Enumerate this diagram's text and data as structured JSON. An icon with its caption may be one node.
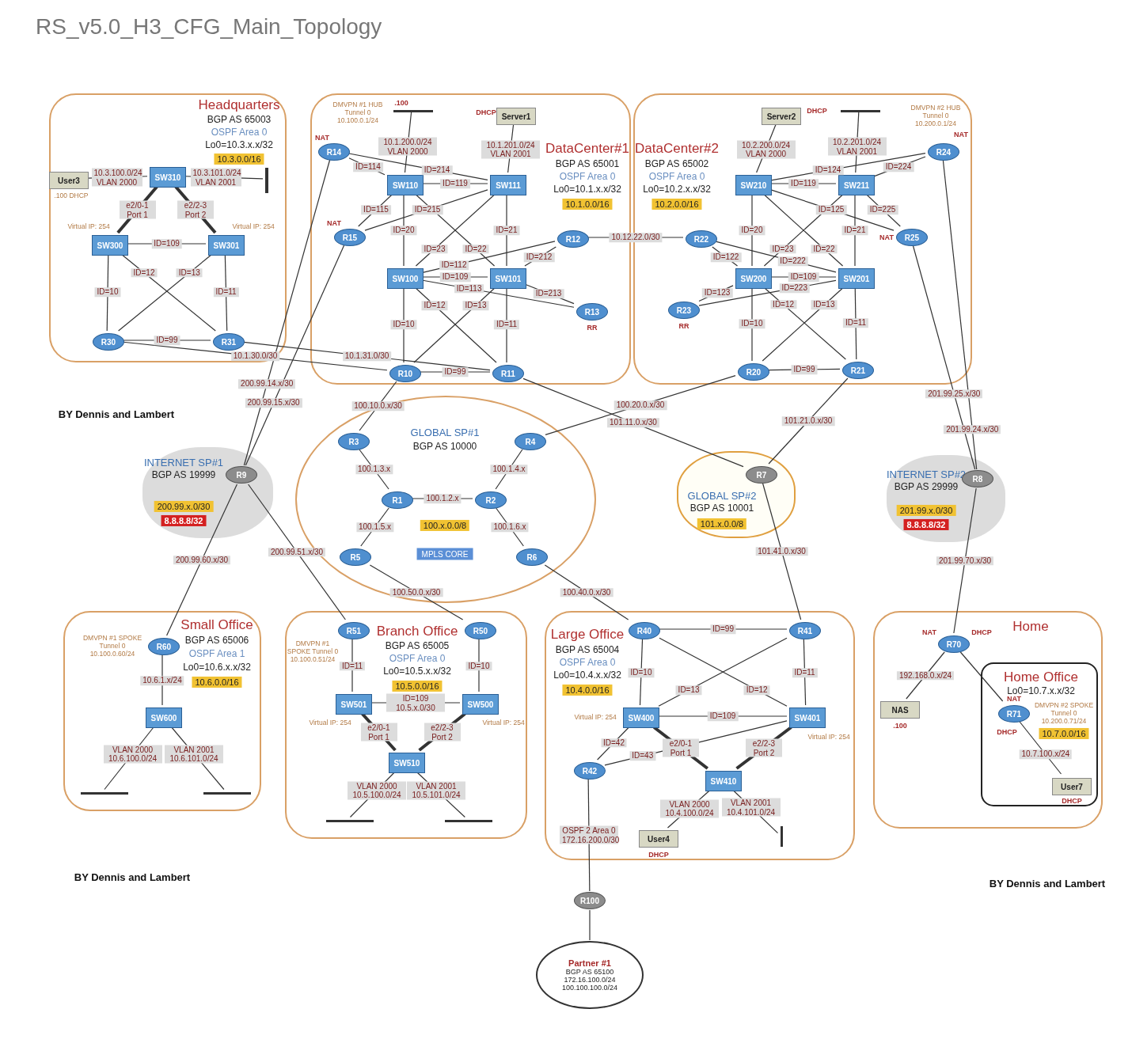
{
  "diagram": {
    "title": "RS_v5.0_H3_CFG_Main_Topology",
    "nodes": [
      {
        "text": [
          "Headquarters",
          "BGP AS 65003",
          "OSPF Area 0",
          "Lo0=10.3.x.x/32",
          "10.3.0.0/16"
        ]
      },
      {
        "text": [
          "User3"
        ],
        "in": 0,
        "beside": [
          ".100 DHCP"
        ]
      },
      {
        "text": [
          "SW310"
        ],
        "in": 0
      },
      {
        "text": [
          "SW300"
        ],
        "in": 0,
        "beside": [
          "Virtual IP: 254"
        ]
      },
      {
        "text": [
          "SW301"
        ],
        "in": 0,
        "beside": [
          "Virtual IP: 254"
        ]
      },
      {
        "text": [
          "R30"
        ],
        "in": 0
      },
      {
        "text": [
          "R31"
        ],
        "in": 0
      },
      {
        "text": [],
        "shape": "bar",
        "in": 0
      },
      {
        "text": [
          "DataCenter#1",
          "BGP AS 65001",
          "OSPF Area 0",
          "Lo0=10.1.x.x/32",
          "10.1.0.0/16"
        ]
      },
      {
        "text": [
          "R14"
        ],
        "in": 8,
        "beside": [
          "NAT",
          "DMVPN #1 HUB Tunnel 0 10.100.0.1/24"
        ]
      },
      {
        "text": [],
        "shape": "bar",
        "in": 8,
        "beside": [
          ".100"
        ]
      },
      {
        "text": [
          "Server1"
        ],
        "in": 8,
        "beside": [
          "DHCP"
        ]
      },
      {
        "text": [
          "SW110"
        ],
        "in": 8
      },
      {
        "text": [
          "SW111"
        ],
        "in": 8
      },
      {
        "text": [
          "R15"
        ],
        "in": 8,
        "beside": [
          "NAT"
        ]
      },
      {
        "text": [
          "R12"
        ],
        "in": 8
      },
      {
        "text": [
          "SW100"
        ],
        "in": 8
      },
      {
        "text": [
          "SW101"
        ],
        "in": 8
      },
      {
        "text": [
          "R13"
        ],
        "in": 8,
        "beside": [
          "RR"
        ]
      },
      {
        "text": [
          "R10"
        ],
        "in": 8
      },
      {
        "text": [
          "R11"
        ],
        "in": 8
      },
      {
        "text": [
          "DataCenter#2",
          "BGP AS 65002",
          "OSPF Area 0",
          "Lo0=10.2.x.x/32",
          "10.2.0.0/16"
        ]
      },
      {
        "text": [
          "Server2"
        ],
        "in": 21,
        "beside": [
          "DHCP"
        ]
      },
      {
        "text": [],
        "shape": "bar",
        "in": 21
      },
      {
        "text": [
          "R24"
        ],
        "in": 21,
        "beside": [
          "NAT",
          "DMVPN #2 HUB Tunnel 0 10.200.0.1/24"
        ]
      },
      {
        "text": [
          "SW210"
        ],
        "in": 21
      },
      {
        "text": [
          "SW211"
        ],
        "in": 21
      },
      {
        "text": [
          "R22"
        ],
        "in": 21
      },
      {
        "text": [
          "R25"
        ],
        "in": 21,
        "beside": [
          "NAT"
        ]
      },
      {
        "text": [
          "SW200"
        ],
        "in": 21
      },
      {
        "text": [
          "SW201"
        ],
        "in": 21
      },
      {
        "text": [
          "R23"
        ],
        "in": 21,
        "beside": [
          "RR"
        ]
      },
      {
        "text": [
          "R20"
        ],
        "in": 21
      },
      {
        "text": [
          "R21"
        ],
        "in": 21
      },
      {
        "text": [
          "GLOBAL SP#1",
          "BGP AS 10000",
          "100.x.0.0/8",
          "MPLS CORE"
        ]
      },
      {
        "text": [
          "R3"
        ],
        "in": 34
      },
      {
        "text": [
          "R4"
        ],
        "in": 34
      },
      {
        "text": [
          "R1"
        ],
        "in": 34
      },
      {
        "text": [
          "R2"
        ],
        "in": 34
      },
      {
        "text": [
          "R5"
        ],
        "in": 34
      },
      {
        "text": [
          "R6"
        ],
        "in": 34
      },
      {
        "text": [
          "INTERNET SP#1",
          "BGP AS 19999",
          "200.99.x.0/30",
          "8.8.8.8/32"
        ]
      },
      {
        "text": [
          "R9"
        ],
        "in": 41
      },
      {
        "text": [
          "GLOBAL SP#2",
          "BGP AS 10001",
          "101.x.0.0/8"
        ]
      },
      {
        "text": [
          "R7"
        ],
        "in": 43
      },
      {
        "text": [
          "INTERNET SP#2",
          "BGP AS 29999",
          "201.99.x.0/30",
          "8.8.8.8/32"
        ]
      },
      {
        "text": [
          "R8"
        ],
        "in": 45
      },
      {
        "text": [
          "Small Office",
          "BGP AS 65006",
          "OSPF Area 1",
          "Lo0=10.6.x.x/32",
          "10.6.0.0/16"
        ]
      },
      {
        "text": [
          "R60"
        ],
        "in": 47,
        "beside": [
          "DMVPN #1 SPOKE Tunnel 0 10.100.0.60/24"
        ]
      },
      {
        "text": [
          "SW600"
        ],
        "in": 47
      },
      {
        "text": [],
        "shape": "bar",
        "in": 47
      },
      {
        "text": [],
        "shape": "bar",
        "in": 47
      },
      {
        "text": [
          "Branch Office",
          "BGP AS 65005",
          "OSPF Area 0",
          "Lo0=10.5.x.x/32",
          "10.5.0.0/16"
        ]
      },
      {
        "text": [
          "R51"
        ],
        "in": 52,
        "beside": [
          "DMVPN #1 SPOKE Tunnel 0 10.100.0.51/24"
        ]
      },
      {
        "text": [
          "R50"
        ],
        "in": 52
      },
      {
        "text": [
          "SW501"
        ],
        "in": 52,
        "beside": [
          "Virtual IP: 254"
        ]
      },
      {
        "text": [
          "SW500"
        ],
        "in": 52,
        "beside": [
          "Virtual IP: 254"
        ]
      },
      {
        "text": [
          "SW510"
        ],
        "in": 52
      },
      {
        "text": [],
        "shape": "bar",
        "in": 52
      },
      {
        "text": [],
        "shape": "bar",
        "in": 52
      },
      {
        "text": [
          "Large Office",
          "BGP AS 65004",
          "OSPF Area 0",
          "Lo0=10.4.x.x/32",
          "10.4.0.0/16"
        ]
      },
      {
        "text": [
          "R40"
        ],
        "in": 60
      },
      {
        "text": [
          "R41"
        ],
        "in": 60
      },
      {
        "text": [
          "SW400"
        ],
        "in": 60,
        "beside": [
          "Virtual IP: 254"
        ]
      },
      {
        "text": [
          "SW401"
        ],
        "in": 60,
        "beside": [
          "Virtual IP: 254"
        ]
      },
      {
        "text": [
          "R42"
        ],
        "in": 60
      },
      {
        "text": [
          "SW410"
        ],
        "in": 60
      },
      {
        "text": [
          "User4"
        ],
        "in": 60,
        "beside": [
          "DHCP"
        ]
      },
      {
        "text": [],
        "shape": "bar",
        "in": 60
      },
      {
        "text": [
          "R100"
        ]
      },
      {
        "text": [
          "Partner #1",
          "BGP AS 65100 172.16.100.0/24 100.100.100.0/24"
        ]
      },
      {
        "text": [
          "Home"
        ]
      },
      {
        "text": [
          "R70"
        ],
        "in": 71,
        "beside": [
          "NAT",
          "DHCP"
        ]
      },
      {
        "text": [
          "NAS"
        ],
        "in": 71,
        "beside": [
          ".100"
        ]
      },
      {
        "text": [
          "Home Office",
          "Lo0=10.7.x.x/32",
          "10.7.0.0/16"
        ],
        "in": 71
      },
      {
        "text": [
          "R71"
        ],
        "in": 74,
        "beside": [
          "NAT",
          "DHCP",
          "DMVPN #2 SPOKE Tunnel 0 10.200.0.71/24"
        ]
      },
      {
        "text": [
          "User7"
        ],
        "in": 74,
        "beside": [
          "DHCP"
        ]
      }
    ],
    "edges": [
      {
        "from": 1,
        "to": 2,
        "arrow": "none",
        "label": "10.3.100.0/24 VLAN 2000"
      },
      {
        "from": 2,
        "to": 7,
        "arrow": "none",
        "label": "10.3.101.0/24 VLAN 2001"
      },
      {
        "from": 2,
        "to": 3,
        "arrow": "none",
        "label": "e2/0-1 Port 1",
        "style": "thick"
      },
      {
        "from": 2,
        "to": 4,
        "arrow": "none",
        "label": "e2/2-3 Port 2",
        "style": "thick"
      },
      {
        "from": 3,
        "to": 4,
        "arrow": "none",
        "label": "ID=109"
      },
      {
        "from": 3,
        "to": 5,
        "arrow": "none",
        "label": "ID=10"
      },
      {
        "from": 3,
        "to": 6,
        "arrow": "none",
        "label": "ID=12"
      },
      {
        "from": 4,
        "to": 5,
        "arrow": "none",
        "label": "ID=13"
      },
      {
        "from": 4,
        "to": 6,
        "arrow": "none",
        "label": "ID=11"
      },
      {
        "from": 5,
        "to": 6,
        "arrow": "none",
        "label": "ID=99"
      },
      {
        "from": 12,
        "to": 10,
        "arrow": "none",
        "label": "10.1.200.0/24 VLAN 2000"
      },
      {
        "from": 13,
        "to": 11,
        "arrow": "none",
        "label": "10.1.201.0/24 VLAN 2001"
      },
      {
        "from": 9,
        "to": 12,
        "arrow": "none",
        "label": "ID=114"
      },
      {
        "from": 9,
        "to": 13,
        "arrow": "none",
        "label": "ID=214"
      },
      {
        "from": 12,
        "to": 13,
        "arrow": "none",
        "label": "ID=119"
      },
      {
        "from": 14,
        "to": 12,
        "arrow": "none",
        "label": "ID=115"
      },
      {
        "from": 14,
        "to": 13,
        "arrow": "none",
        "label": "ID=215"
      },
      {
        "from": 12,
        "to": 16,
        "arrow": "none",
        "label": "ID=20"
      },
      {
        "from": 13,
        "to": 17,
        "arrow": "none",
        "label": "ID=21"
      },
      {
        "from": 16,
        "to": 13,
        "arrow": "none",
        "label": "ID=23"
      },
      {
        "from": 12,
        "to": 17,
        "arrow": "none",
        "label": "ID=22"
      },
      {
        "from": 16,
        "to": 15,
        "arrow": "none",
        "label": "ID=112"
      },
      {
        "from": 17,
        "to": 15,
        "arrow": "none",
        "label": "ID=212"
      },
      {
        "from": 16,
        "to": 17,
        "arrow": "none",
        "label": "ID=109"
      },
      {
        "from": 16,
        "to": 18,
        "arrow": "none",
        "label": "ID=113"
      },
      {
        "from": 17,
        "to": 18,
        "arrow": "none",
        "label": "ID=213"
      },
      {
        "from": 16,
        "to": 19,
        "arrow": "none",
        "label": "ID=10"
      },
      {
        "from": 16,
        "to": 20,
        "arrow": "none",
        "label": "ID=12"
      },
      {
        "from": 17,
        "to": 19,
        "arrow": "none",
        "label": "ID=13"
      },
      {
        "from": 17,
        "to": 20,
        "arrow": "none",
        "label": "ID=11"
      },
      {
        "from": 19,
        "to": 20,
        "arrow": "none",
        "label": "ID=99"
      },
      {
        "from": 6,
        "to": 20,
        "arrow": "none",
        "label": "10.1.31.0/30"
      },
      {
        "from": 5,
        "to": 19,
        "arrow": "none",
        "label": "10.1.30.0/30"
      },
      {
        "from": 15,
        "to": 27,
        "arrow": "none",
        "label": "10.12.22.0/30"
      },
      {
        "from": 25,
        "to": 22,
        "arrow": "none",
        "label": "10.2.200.0/24 VLAN 2000"
      },
      {
        "from": 26,
        "to": 23,
        "arrow": "none",
        "label": "10.2.201.0/24 VLAN 2001"
      },
      {
        "from": 24,
        "to": 25,
        "arrow": "none",
        "label": "ID=124"
      },
      {
        "from": 24,
        "to": 26,
        "arrow": "none",
        "label": "ID=224"
      },
      {
        "from": 25,
        "to": 26,
        "arrow": "none",
        "label": "ID=119"
      },
      {
        "from": 25,
        "to": 28,
        "arrow": "none",
        "label": "ID=125"
      },
      {
        "from": 26,
        "to": 28,
        "arrow": "none",
        "label": "ID=225"
      },
      {
        "from": 25,
        "to": 29,
        "arrow": "none",
        "label": "ID=20"
      },
      {
        "from": 26,
        "to": 30,
        "arrow": "none",
        "label": "ID=21"
      },
      {
        "from": 29,
        "to": 26,
        "arrow": "none",
        "label": "ID=23"
      },
      {
        "from": 25,
        "to": 30,
        "arrow": "none",
        "label": "ID=22"
      },
      {
        "from": 27,
        "to": 29,
        "arrow": "none",
        "label": "ID=122"
      },
      {
        "from": 27,
        "to": 30,
        "arrow": "none",
        "label": "ID=222"
      },
      {
        "from": 29,
        "to": 30,
        "arrow": "none",
        "label": "ID=109"
      },
      {
        "from": 29,
        "to": 31,
        "arrow": "none",
        "label": "ID=123"
      },
      {
        "from": 30,
        "to": 31,
        "arrow": "none",
        "label": "ID=223"
      },
      {
        "from": 29,
        "to": 32,
        "arrow": "none",
        "label": "ID=10"
      },
      {
        "from": 29,
        "to": 33,
        "arrow": "none",
        "label": "ID=12"
      },
      {
        "from": 30,
        "to": 32,
        "arrow": "none",
        "label": "ID=13"
      },
      {
        "from": 30,
        "to": 33,
        "arrow": "none",
        "label": "ID=11"
      },
      {
        "from": 32,
        "to": 33,
        "arrow": "none",
        "label": "ID=99"
      },
      {
        "from": 35,
        "to": 37,
        "arrow": "none",
        "label": "100.1.3.x"
      },
      {
        "from": 36,
        "to": 38,
        "arrow": "none",
        "label": "100.1.4.x"
      },
      {
        "from": 37,
        "to": 38,
        "arrow": "none",
        "label": "100.1.2.x"
      },
      {
        "from": 37,
        "to": 39,
        "arrow": "none",
        "label": "100.1.5.x"
      },
      {
        "from": 38,
        "to": 40,
        "arrow": "none",
        "label": "100.1.6.x"
      },
      {
        "from": 19,
        "to": 35,
        "arrow": "none",
        "label": "100.10.0.x/30"
      },
      {
        "from": 20,
        "to": 44,
        "arrow": "none",
        "label": "101.11.0.x/30"
      },
      {
        "from": 32,
        "to": 36,
        "arrow": "none",
        "label": "100.20.0.x/30"
      },
      {
        "from": 33,
        "to": 44,
        "arrow": "none",
        "label": "101.21.0.x/30"
      },
      {
        "from": 28,
        "to": 46,
        "arrow": "none",
        "label": "201.99.25.x/30"
      },
      {
        "from": 24,
        "to": 46,
        "arrow": "none",
        "label": "201.99.24.x/30"
      },
      {
        "from": 9,
        "to": 42,
        "arrow": "none",
        "label": "200.99.14.x/30"
      },
      {
        "from": 14,
        "to": 42,
        "arrow": "none",
        "label": "200.99.15.x/30"
      },
      {
        "from": 42,
        "to": 48,
        "arrow": "none",
        "label": "200.99.60.x/30"
      },
      {
        "from": 48,
        "to": 49,
        "arrow": "none",
        "label": "10.6.1.x/24"
      },
      {
        "from": 49,
        "to": 50,
        "arrow": "none",
        "label": "VLAN 2000 10.6.100.0/24"
      },
      {
        "from": 49,
        "to": 51,
        "arrow": "none",
        "label": "VLAN 2001 10.6.101.0/24"
      },
      {
        "from": 42,
        "to": 53,
        "arrow": "none",
        "label": "200.99.51.x/30"
      },
      {
        "from": 39,
        "to": 54,
        "arrow": "none",
        "label": "100.50.0.x/30"
      },
      {
        "from": 53,
        "to": 55,
        "arrow": "none",
        "label": "ID=11"
      },
      {
        "from": 54,
        "to": 56,
        "arrow": "none",
        "label": "ID=10"
      },
      {
        "from": 55,
        "to": 56,
        "arrow": "none",
        "label": "ID=109 10.5.x.0/30"
      },
      {
        "from": 55,
        "to": 57,
        "arrow": "none",
        "label": "e2/0-1 Port 1",
        "style": "thick"
      },
      {
        "from": 56,
        "to": 57,
        "arrow": "none",
        "label": "e2/2-3 Port 2",
        "style": "thick"
      },
      {
        "from": 57,
        "to": 58,
        "arrow": "none",
        "label": "VLAN 2000 10.5.100.0/24"
      },
      {
        "from": 57,
        "to": 59,
        "arrow": "none",
        "label": "VLAN 2001 10.5.101.0/24"
      },
      {
        "from": 40,
        "to": 61,
        "arrow": "none",
        "label": "100.40.0.x/30"
      },
      {
        "from": 44,
        "to": 62,
        "arrow": "none",
        "label": "101.41.0.x/30"
      },
      {
        "from": 61,
        "to": 62,
        "arrow": "none",
        "label": "ID=99"
      },
      {
        "from": 61,
        "to": 63,
        "arrow": "none",
        "label": "ID=10"
      },
      {
        "from": 61,
        "to": 64,
        "arrow": "none",
        "label": "ID=12"
      },
      {
        "from": 62,
        "to": 63,
        "arrow": "none",
        "label": "ID=13"
      },
      {
        "from": 62,
        "to": 64,
        "arrow": "none",
        "label": "ID=11"
      },
      {
        "from": 63,
        "to": 64,
        "arrow": "none",
        "label": "ID=109"
      },
      {
        "from": 63,
        "to": 65,
        "arrow": "none",
        "label": "ID=42"
      },
      {
        "from": 64,
        "to": 65,
        "arrow": "none",
        "label": "ID=43"
      },
      {
        "from": 63,
        "to": 66,
        "arrow": "none",
        "label": "e2/0-1 Port 1",
        "style": "thick"
      },
      {
        "from": 64,
        "to": 66,
        "arrow": "none",
        "label": "e2/2-3 Port 2",
        "style": "thick"
      },
      {
        "from": 66,
        "to": 67,
        "arrow": "none",
        "label": "VLAN 2000 10.4.100.0/24"
      },
      {
        "from": 66,
        "to": 68,
        "arrow": "none",
        "label": "VLAN 2001 10.4.101.0/24"
      },
      {
        "from": 65,
        "to": 69,
        "arrow": "none",
        "label": "OSPF 2 Area 0 172.16.200.0/30"
      },
      {
        "from": 69,
        "to": 70,
        "arrow": "none"
      },
      {
        "from": 46,
        "to": 72,
        "arrow": "none",
        "label": "201.99.70.x/30"
      },
      {
        "from": 72,
        "to": 73,
        "arrow": "none",
        "label": "192.168.0.x/24"
      },
      {
        "from": 72,
        "to": 75,
        "arrow": "none"
      },
      {
        "from": 75,
        "to": 76,
        "arrow": "none",
        "label": "10.7.100.x/24"
      }
    ],
    "labels": [
      "BY Dennis and Lambert",
      "BY Dennis and Lambert",
      "BY Dennis and Lambert"
    ]
  }
}
